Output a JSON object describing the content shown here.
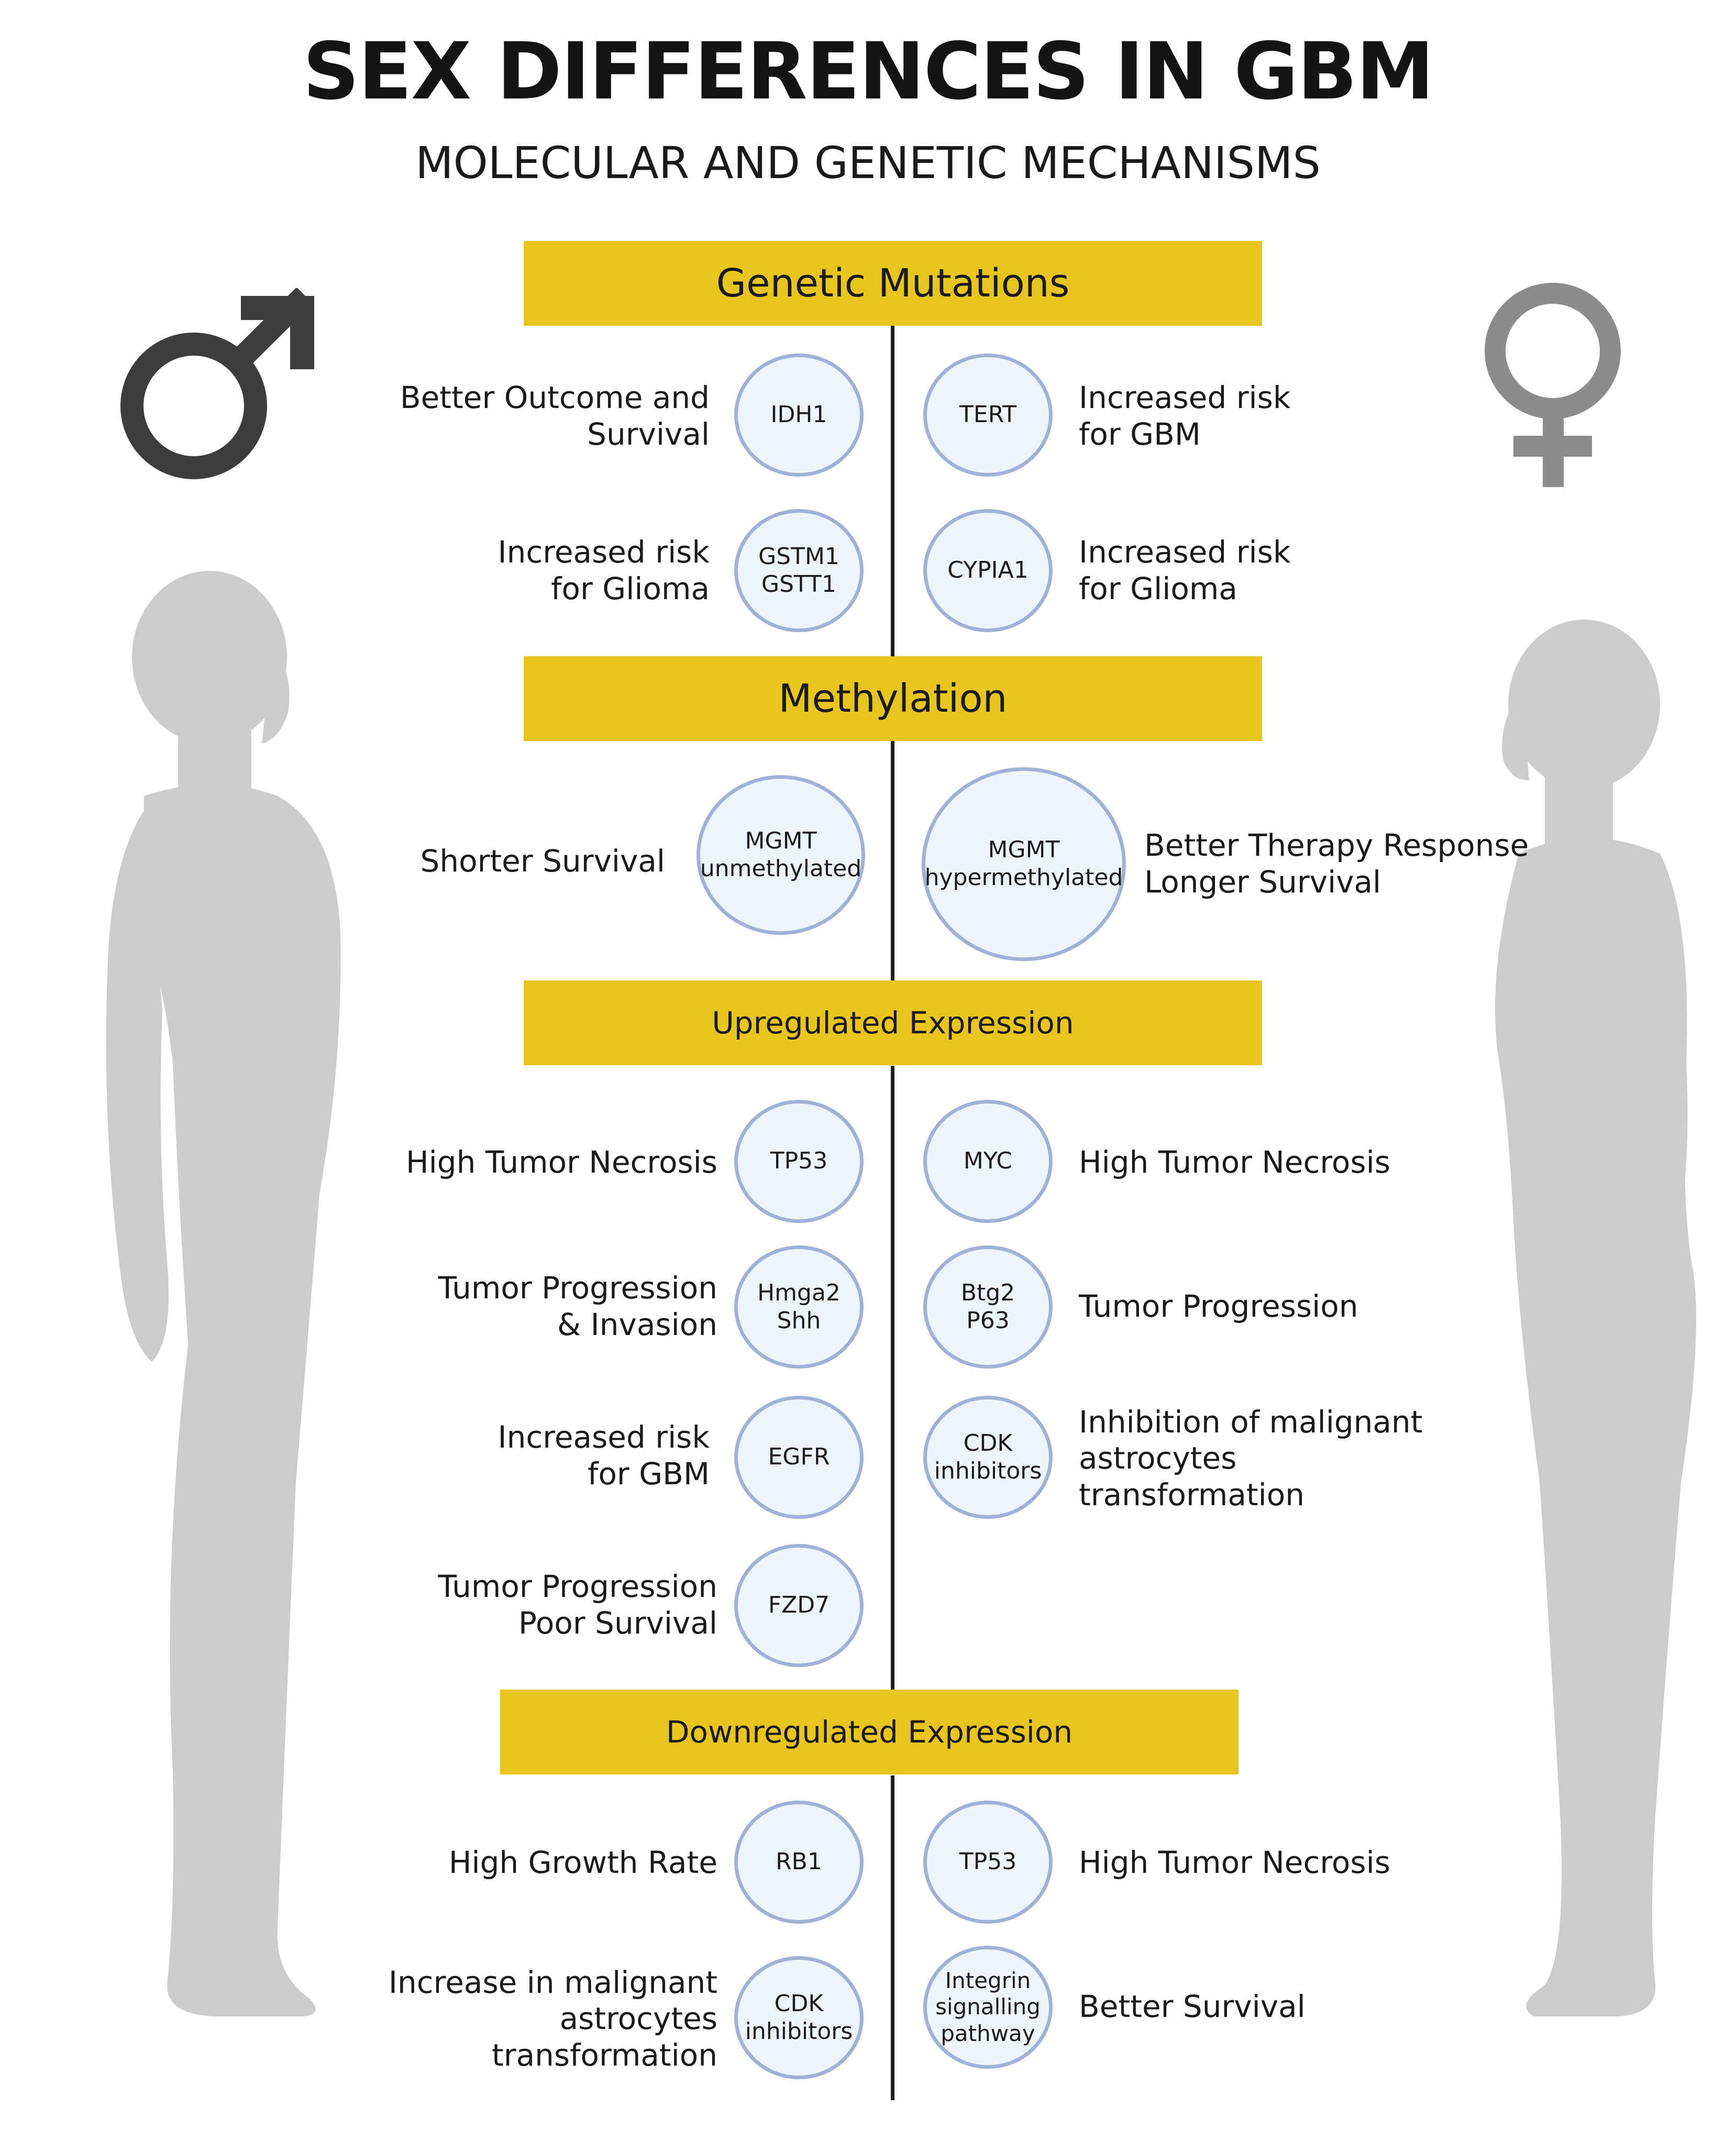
{
  "title": "SEX DIFFERENCES IN GBM",
  "subtitle": "MOLECULAR AND GENETIC MECHANISMS",
  "colors": {
    "banner": "#e8c41f",
    "circle_fill": "#eef4fb",
    "circle_border": "#9fb2d6",
    "male_symbol": "#3d3d3d",
    "female_symbol": "#8c8c8c",
    "silhouette": "#cccccc"
  },
  "icons": {
    "male": "male-symbol-icon",
    "female": "female-symbol-icon"
  },
  "sections": {
    "genetic": {
      "banner": "Genetic Mutations",
      "rows": [
        {
          "left_label": "Better Outcome and\nSurvival",
          "left_gene": "IDH1",
          "right_gene": "TERT",
          "right_label": "Increased risk\nfor GBM"
        },
        {
          "left_label": "Increased risk\nfor Glioma",
          "left_gene": "GSTM1\nGSTT1",
          "right_gene": "CYPIA1",
          "right_label": "Increased risk\nfor Glioma"
        }
      ]
    },
    "methylation": {
      "banner": "Methylation",
      "rows": [
        {
          "left_label": "Shorter Survival",
          "left_gene": "MGMT\nunmethylated",
          "right_gene": "MGMT\nhypermethylated",
          "right_label": "Better Therapy Response\nLonger Survival"
        }
      ]
    },
    "upregulated": {
      "banner": "Upregulated Expression",
      "rows": [
        {
          "left_label": "High Tumor Necrosis",
          "left_gene": "TP53",
          "right_gene": "MYC",
          "right_label": "High Tumor Necrosis"
        },
        {
          "left_label": "Tumor Progression\n& Invasion",
          "left_gene": "Hmga2\nShh",
          "right_gene": "Btg2\nP63",
          "right_label": "Tumor Progression"
        },
        {
          "left_label": "Increased risk\nfor GBM",
          "left_gene": "EGFR",
          "right_gene": "CDK\ninhibitors",
          "right_label": "Inhibition of malignant\nastrocytes\ntransformation"
        },
        {
          "left_label": "Tumor Progression\nPoor Survival",
          "left_gene": "FZD7"
        }
      ]
    },
    "downregulated": {
      "banner": "Downregulated Expression",
      "rows": [
        {
          "left_label": "High Growth Rate",
          "left_gene": "RB1",
          "right_gene": "TP53",
          "right_label": "High Tumor Necrosis"
        },
        {
          "left_label": "Increase in malignant\nastrocytes\ntransformation",
          "left_gene": "CDK\ninhibitors",
          "right_gene": "Integrin\nsignalling\npathway",
          "right_label": "Better Survival"
        }
      ]
    }
  }
}
